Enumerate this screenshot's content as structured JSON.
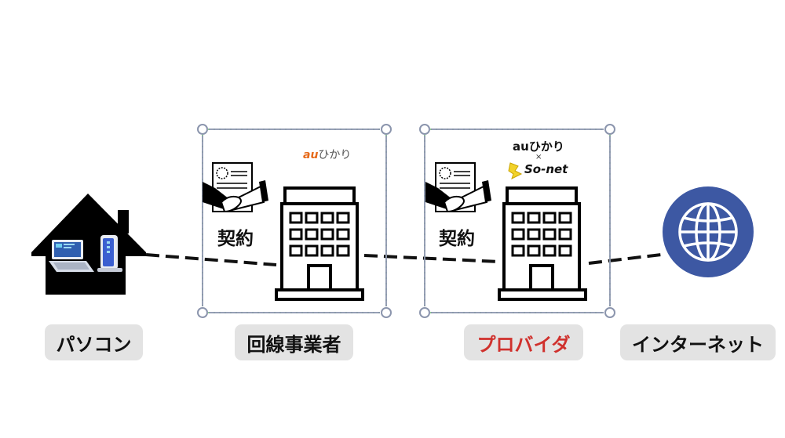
{
  "labels": {
    "pc": "パソコン",
    "line_operator": "回線事業者",
    "provider": "プロバイダ",
    "internet": "インターネット"
  },
  "contract": {
    "left": "契約",
    "right": "契約"
  },
  "logos": {
    "line_operator": {
      "au": "au",
      "hikari": "ひかり"
    },
    "provider": {
      "au": "au",
      "hikari": "ひかり",
      "cross": "×",
      "sonet": "So-net"
    }
  },
  "colors": {
    "accent_red": "#d0312d",
    "globe_blue": "#3d58a3",
    "selection_gray": "#8b95ad",
    "selection_dot_green": "#8fd08f",
    "au_orange": "#e66a1a",
    "sonet_yellow": "#f2d22a"
  }
}
